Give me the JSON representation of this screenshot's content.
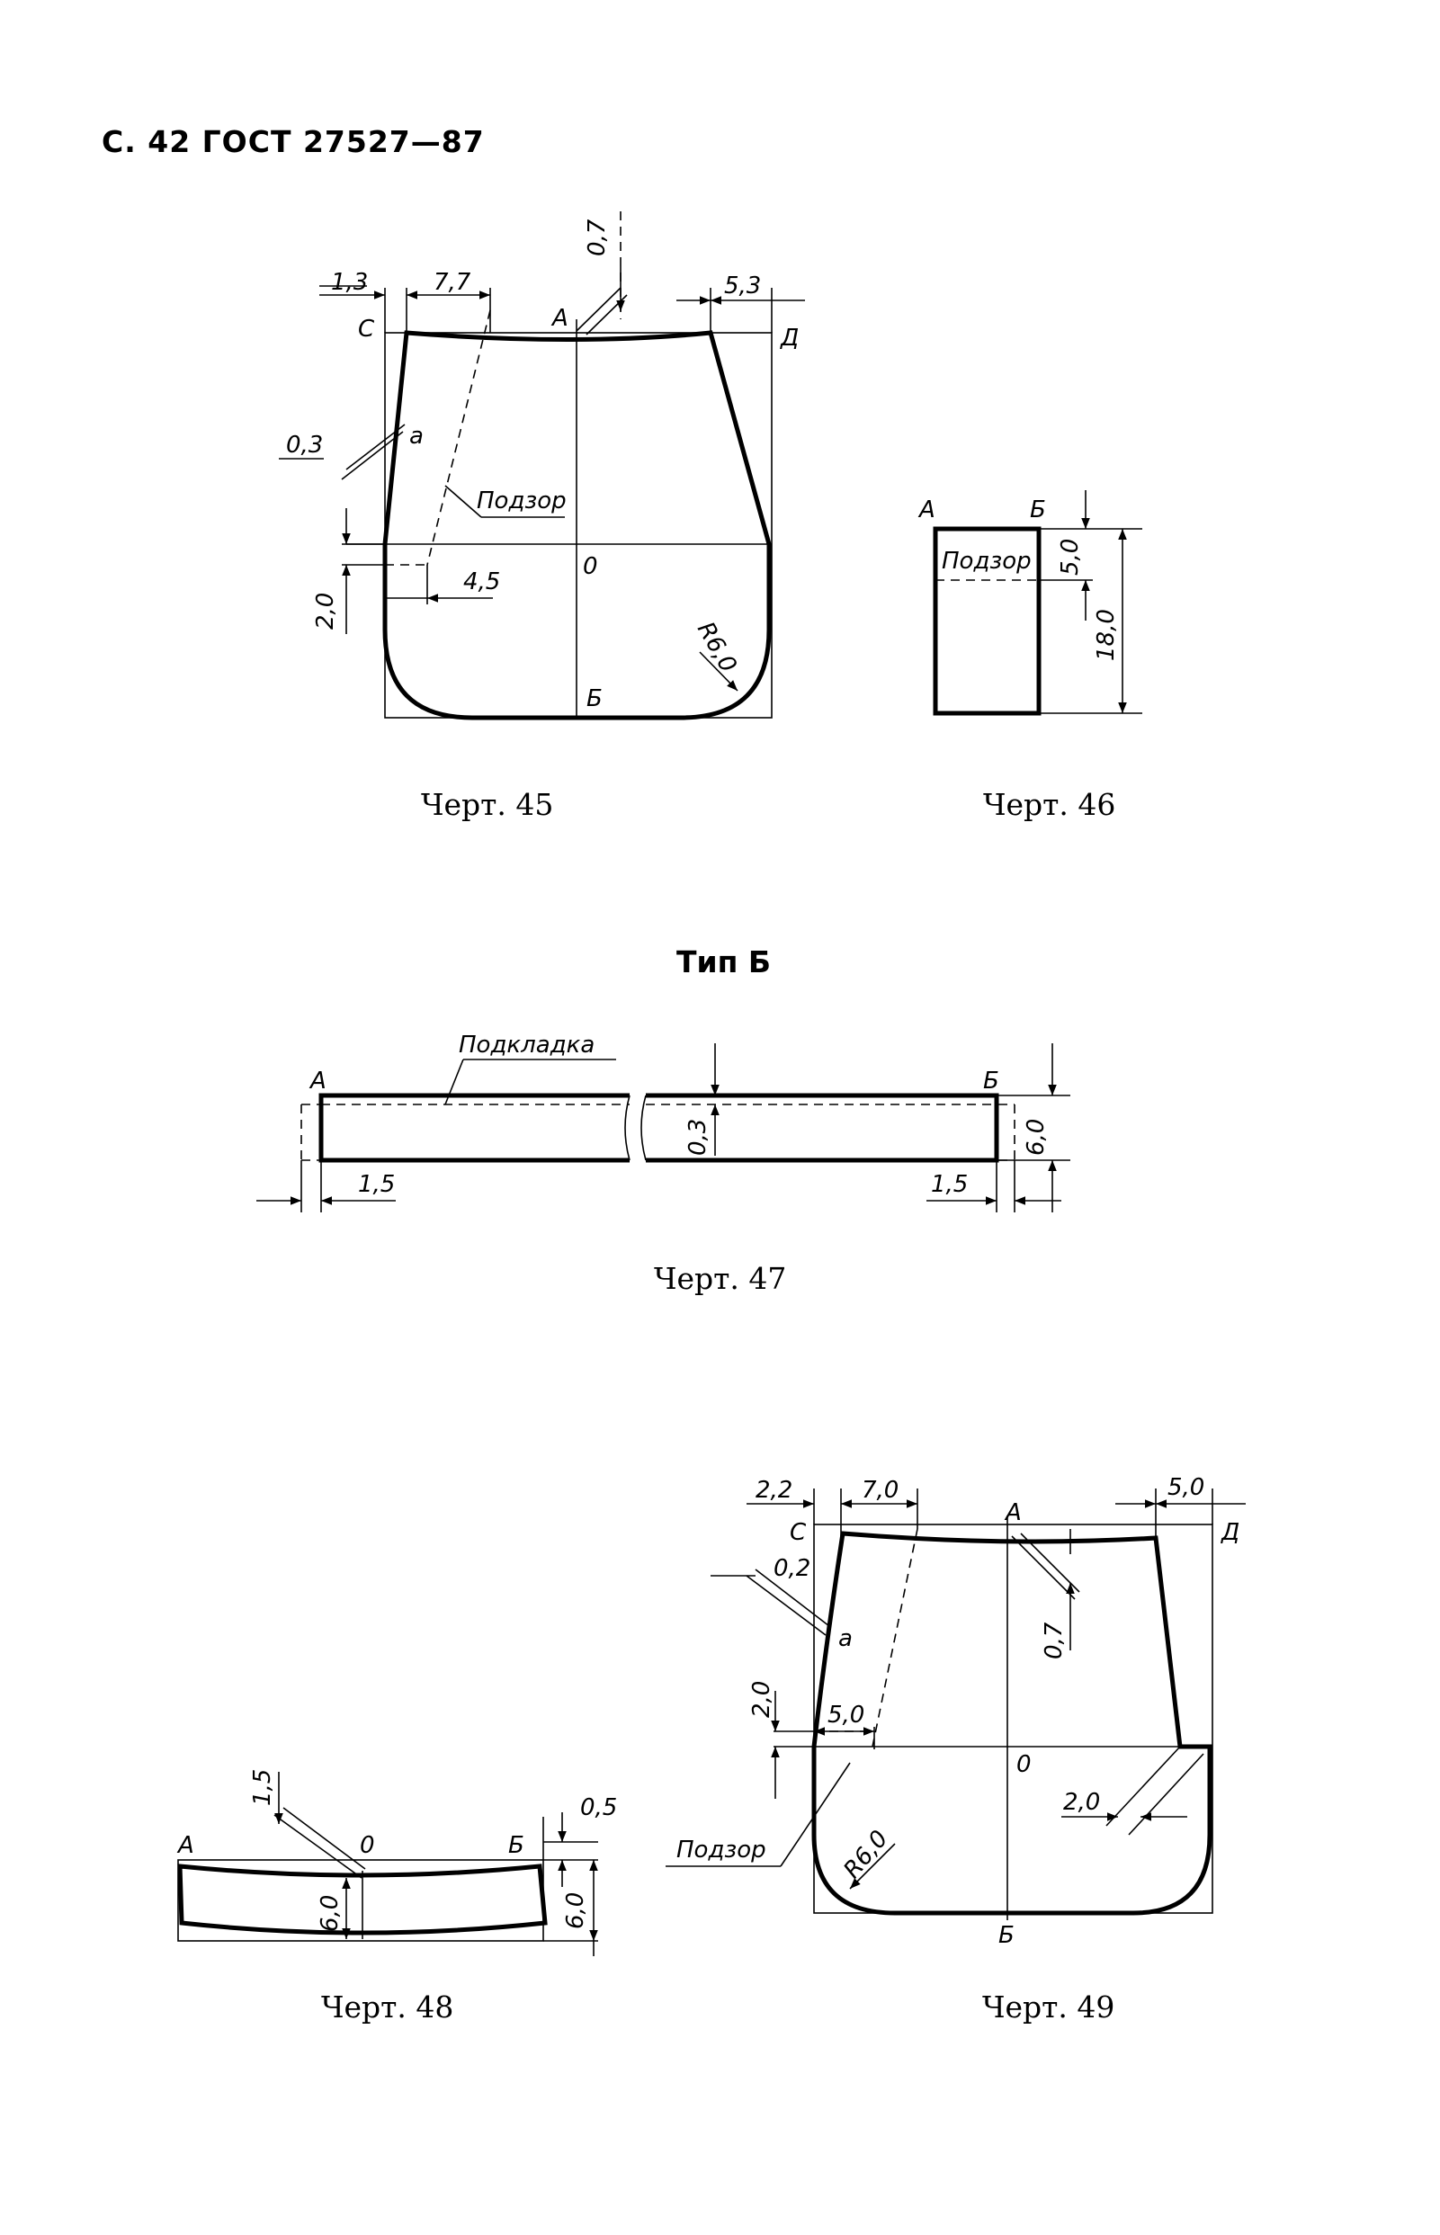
{
  "header": "С. 42 ГОСТ 27527—87",
  "section_title": "Тип Б",
  "captions": {
    "c45": "Черт. 45",
    "c46": "Черт. 46",
    "c47": "Черт. 47",
    "c48": "Черт. 48",
    "c49": "Черт. 49"
  },
  "fig45": {
    "dim_1_3": "1,3",
    "dim_7_7": "7,7",
    "dim_0_7": "0,7",
    "dim_5_3": "5,3",
    "pt_c": "С",
    "pt_a": "А",
    "pt_d": "Д",
    "pt_a_small": "а",
    "dim_0_3": "0,3",
    "note_podzor": "Подзор",
    "pt_o": "0",
    "dim_2_0": "2,0",
    "dim_4_5": "4,5",
    "dim_r6": "R6,0",
    "pt_b": "Б"
  },
  "fig46": {
    "pt_a": "А",
    "pt_b": "Б",
    "note_podzor": "Подзор",
    "dim_5_0": "5,0",
    "dim_18_0": "18,0"
  },
  "fig47": {
    "note_podkladka": "Подкладка",
    "pt_a": "А",
    "pt_b": "Б",
    "dim_0_3": "0,3",
    "dim_6_0": "6,0",
    "dim_1_5_left": "1,5",
    "dim_1_5_right": "1,5"
  },
  "fig48": {
    "dim_1_5": "1,5",
    "pt_o": "0",
    "dim_0_5": "0,5",
    "pt_a": "А",
    "pt_b": "Б",
    "dim_6_0_mid": "6,0",
    "dim_6_0_right": "6,0"
  },
  "fig49": {
    "dim_2_2": "2,2",
    "dim_7_0": "7,0",
    "pt_a": "А",
    "dim_5_0_top": "5,0",
    "pt_c": "С",
    "pt_d": "Д",
    "dim_0_2": "0,2",
    "pt_a_small": "а",
    "dim_0_7": "0,7",
    "dim_2_0_left": "2,0",
    "dim_5_0_left": "5,0",
    "pt_o": "0",
    "dim_2_0_right": "2,0",
    "note_podzor": "Подзор",
    "dim_r6": "R6,0",
    "pt_b": "Б"
  }
}
